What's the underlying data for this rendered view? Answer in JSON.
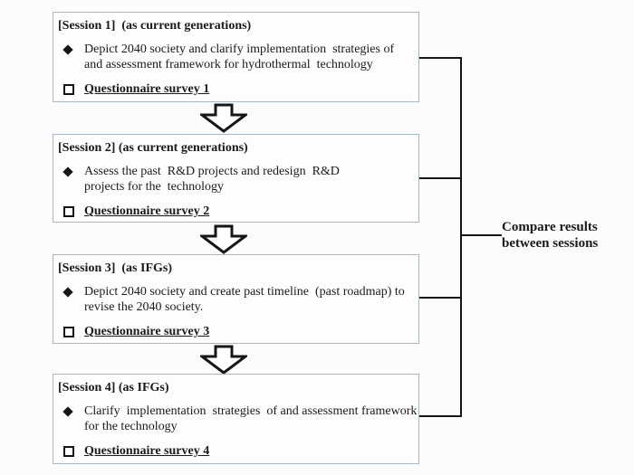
{
  "sessions": [
    {
      "title": "[Session 1]  (as current generations)",
      "bullet": "Depict 2040 society and clarify implementation  strategies of\nand assessment framework for hydrothermal  technology",
      "survey": "Questionnaire survey 1"
    },
    {
      "title": "[Session 2] (as current generations)",
      "bullet": "Assess the past  R&D projects and redesign  R&D\nprojects for the  technology",
      "survey": "Questionnaire survey 2"
    },
    {
      "title": "[Session 3]  (as IFGs)",
      "bullet": "Depict 2040 society and create past timeline  (past roadmap) to\nrevise the 2040 society.",
      "survey": "Questionnaire survey 3"
    },
    {
      "title": "[Session 4] (as IFGs)",
      "bullet": "Clarify  implementation  strategies  of and assessment framework\nfor the technology",
      "survey": "Questionnaire survey 4"
    }
  ],
  "side_label": "Compare results\nbetween sessions",
  "colors": {
    "box_border": "#a9b6c6",
    "line": "#161616",
    "text": "#1a1a1a",
    "arrow_fill": "#ffffff",
    "background": "#fcfcfc"
  }
}
